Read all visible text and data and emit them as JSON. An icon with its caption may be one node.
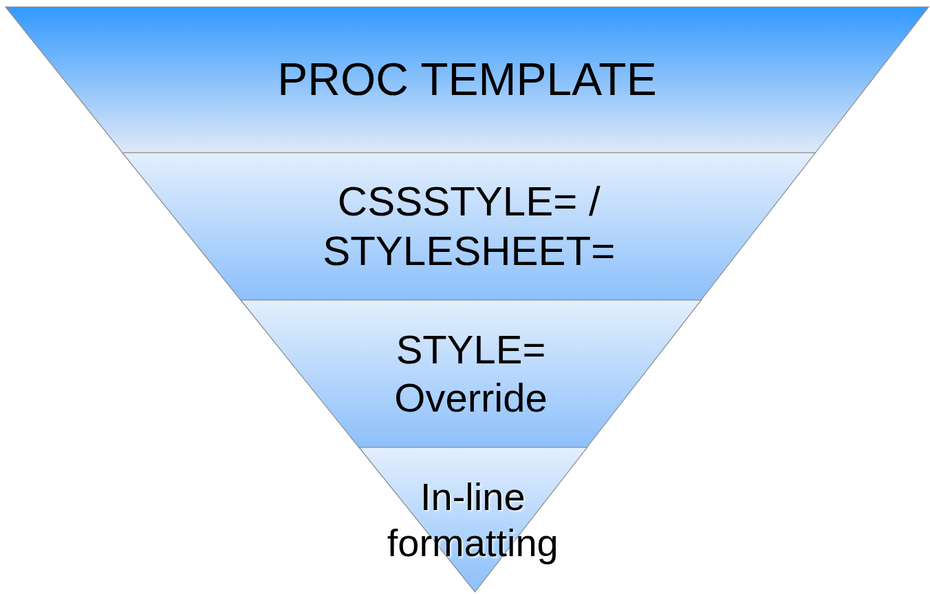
{
  "diagram": {
    "nodes": [
      {
        "text": [
          "PROC TEMPLATE"
        ]
      },
      {
        "text": [
          "CSSSTYLE= / STYLESHEET="
        ]
      },
      {
        "text": [
          "STYLE= Override"
        ]
      },
      {
        "text": [
          "In-line formatting"
        ]
      }
    ]
  }
}
